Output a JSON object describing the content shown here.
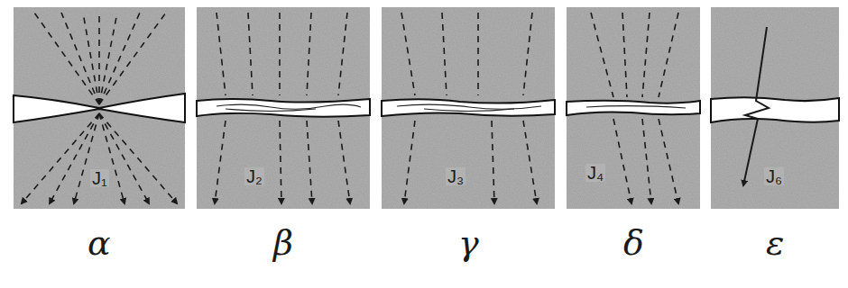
{
  "diagram": {
    "labels": [
      "J₁",
      "J₂",
      "J₃",
      "J₄",
      "J₆",
      "α",
      "β",
      "γ",
      "δ",
      "ε"
    ]
  }
}
